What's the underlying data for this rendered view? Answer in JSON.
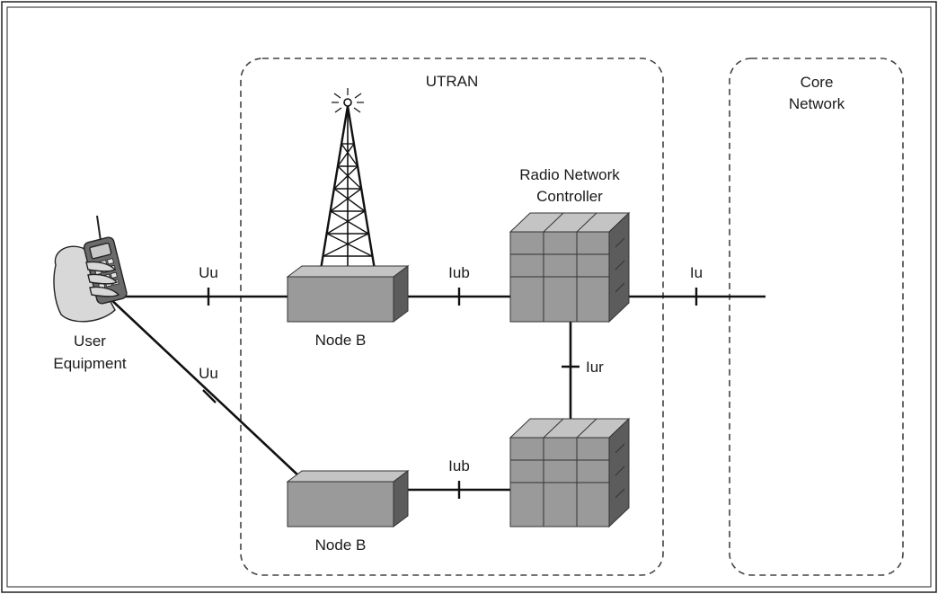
{
  "regions": {
    "utran": "UTRAN",
    "core_network": [
      "Core",
      "Network"
    ]
  },
  "nodes": {
    "user_equipment": [
      "User",
      "Equipment"
    ],
    "node_b_top": "Node B",
    "node_b_bottom": "Node B",
    "rnc_top": [
      "Radio Network",
      "Controller"
    ]
  },
  "interfaces": {
    "uu_top": "Uu",
    "uu_bottom": "Uu",
    "iub_top": "Iub",
    "iub_bottom": "Iub",
    "iur": "Iur",
    "iu": "Iu"
  },
  "colors": {
    "box_fill": "#9a9a9a",
    "box_top": "#c4c4c4",
    "box_side": "#5c5c5c",
    "line": "#111111",
    "frame": "#222222"
  },
  "icons": {
    "tower": "radio-tower-icon",
    "phone": "mobile-phone-in-hand-icon"
  }
}
